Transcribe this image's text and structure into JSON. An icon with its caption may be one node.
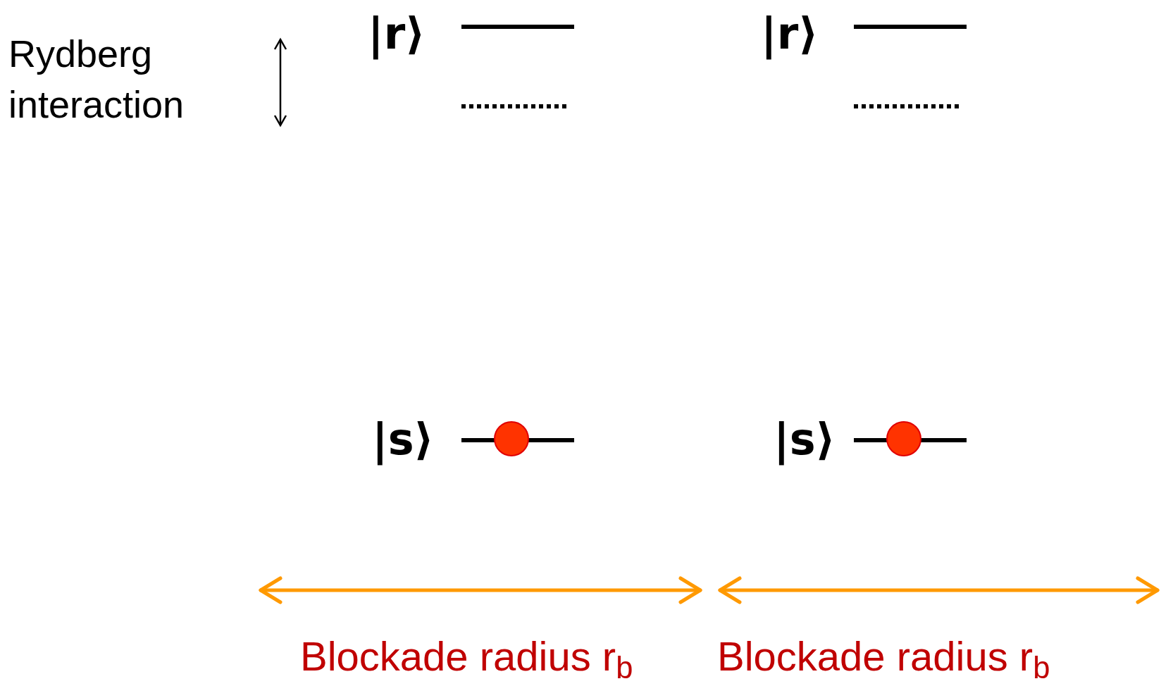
{
  "diagram": {
    "labels": [
      "Rydberg interaction",
      "|r⟩",
      "|r⟩",
      "|s⟩",
      "|s⟩",
      "Blockade radius r$_{b}$",
      "Blockade radius r$_{b}$"
    ]
  }
}
